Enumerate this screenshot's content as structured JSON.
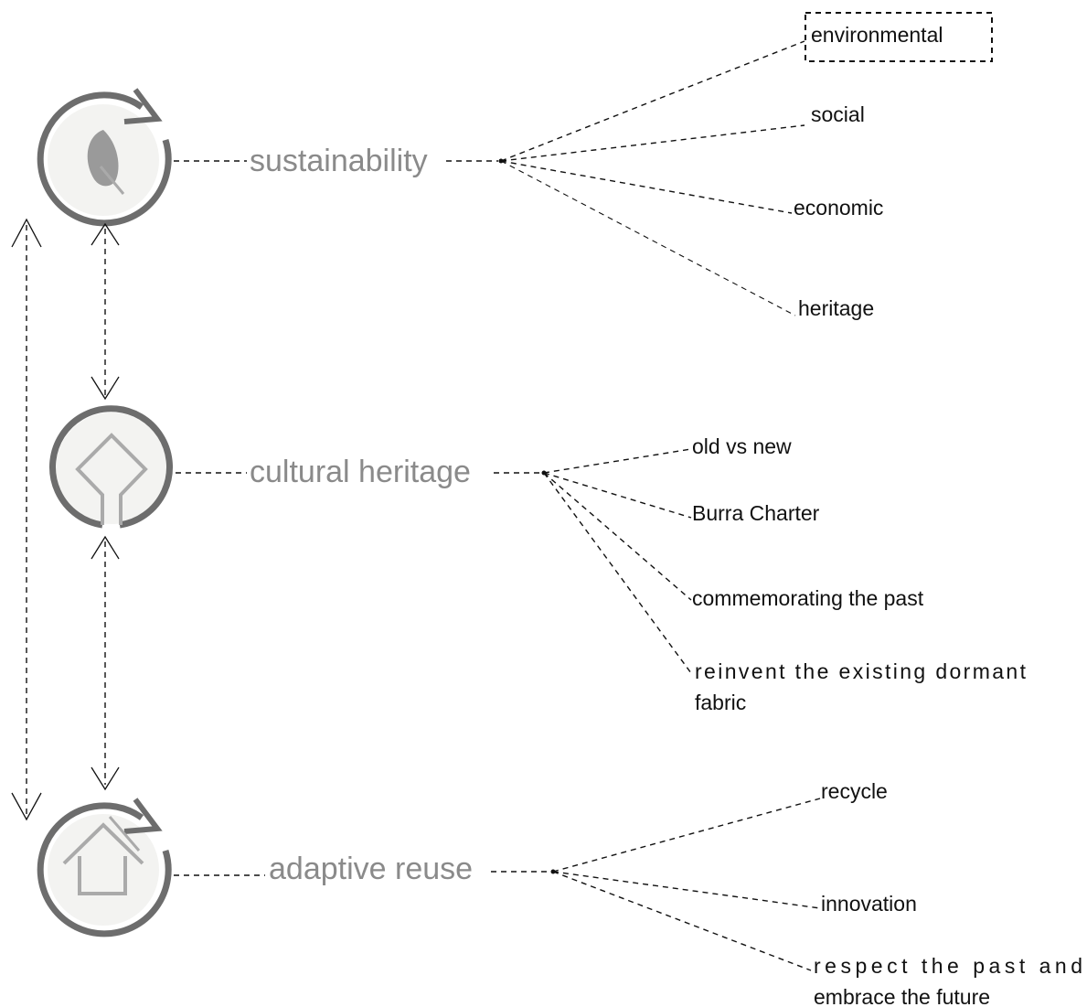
{
  "concepts": {
    "sustainability": {
      "label": "sustainability",
      "branches": [
        "environmental",
        "social",
        "economic",
        "heritage"
      ]
    },
    "cultural_heritage": {
      "label": "cultural heritage",
      "branches": [
        "old vs new",
        "Burra Charter",
        "commemorating the past"
      ],
      "branch_multiline": [
        "reinvent the existing dormant",
        "fabric"
      ]
    },
    "adaptive_reuse": {
      "label": "adaptive reuse",
      "branches": [
        "recycle",
        "innovation"
      ],
      "branch_multiline": [
        "respect the past and",
        "embrace the future"
      ]
    }
  },
  "icons": {
    "sustainability": "leaf-cycle-icon",
    "cultural_heritage": "keyhole-diamond-icon",
    "adaptive_reuse": "house-cycle-icon"
  },
  "colors": {
    "ring": "#6d6d6d",
    "icon": "#aaaaaa",
    "disc": "#f3f3f1",
    "concept_text": "#8a8a8a",
    "branch_text": "#111111"
  }
}
